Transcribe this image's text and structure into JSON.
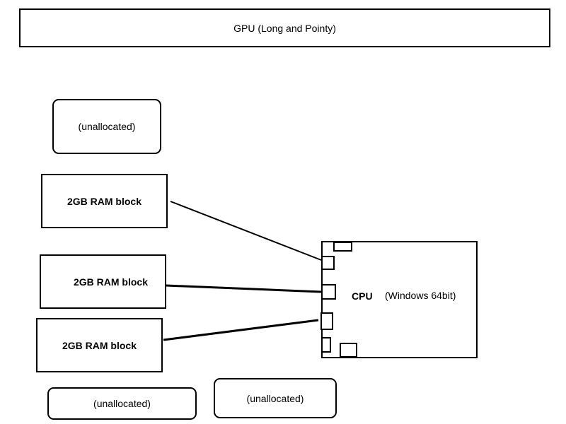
{
  "gpu": {
    "label": "GPU (Long and Pointy)"
  },
  "unallocated_slots": [
    {
      "label": "(unallocated)"
    },
    {
      "label": "(unallocated)"
    },
    {
      "label": "(unallocated)"
    }
  ],
  "ram_blocks": [
    {
      "label": "2GB RAM block"
    },
    {
      "label": "2GB RAM block"
    },
    {
      "label": "2GB RAM block"
    }
  ],
  "cpu": {
    "label": "CPU",
    "subtitle": "(Windows 64bit)"
  },
  "colors": {
    "stroke": "#000000",
    "background": "#ffffff"
  }
}
